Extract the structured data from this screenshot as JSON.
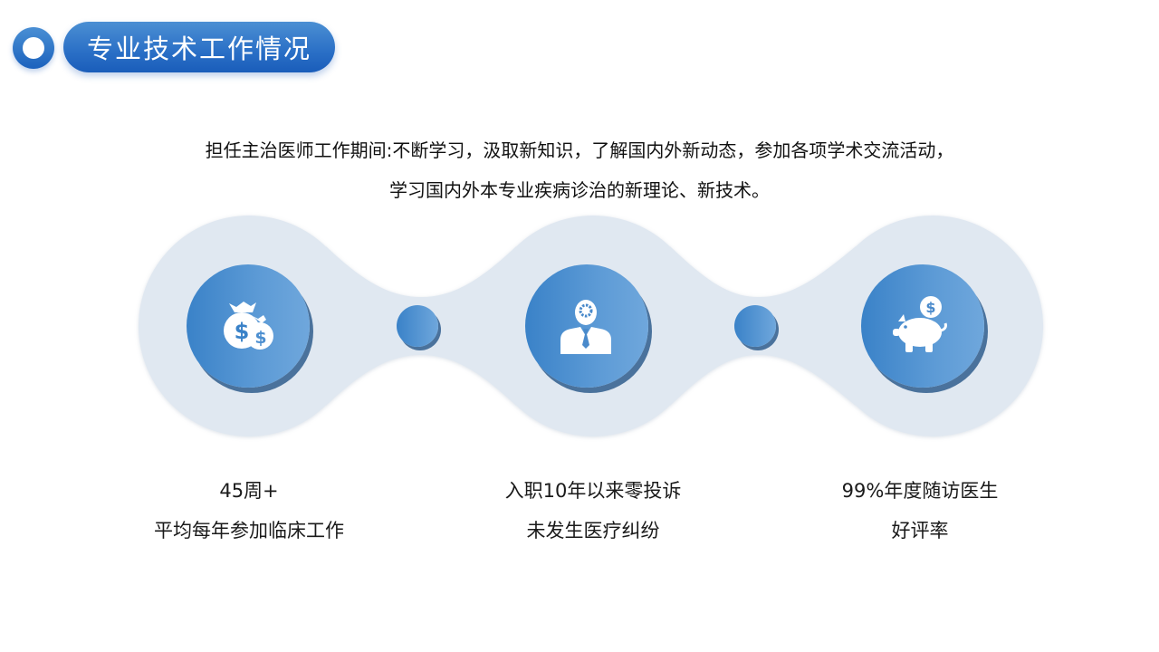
{
  "header": {
    "title": "专业技术工作情况"
  },
  "intro": {
    "line1": "担任主治医师工作期间:不断学习，汲取新知识，了解国内外新动态，参加各项学术交流活动，",
    "line2": "学习国内外本专业疾病诊治的新理论、新技术。"
  },
  "colors": {
    "accent": "#2a6fc6",
    "circle_bg": "#e0e8f1",
    "icon_blue": "#3a82c8",
    "shadow": "#4a729c"
  },
  "items": [
    {
      "icon": "money-bags-icon",
      "line1": "45周+",
      "line2": "平均每年参加临床工作"
    },
    {
      "icon": "person-gear-icon",
      "line1": "入职10年以来零投诉",
      "line2": "未发生医疗纠纷"
    },
    {
      "icon": "piggy-bank-icon",
      "line1": "99%年度随访医生",
      "line2": "好评率"
    }
  ]
}
